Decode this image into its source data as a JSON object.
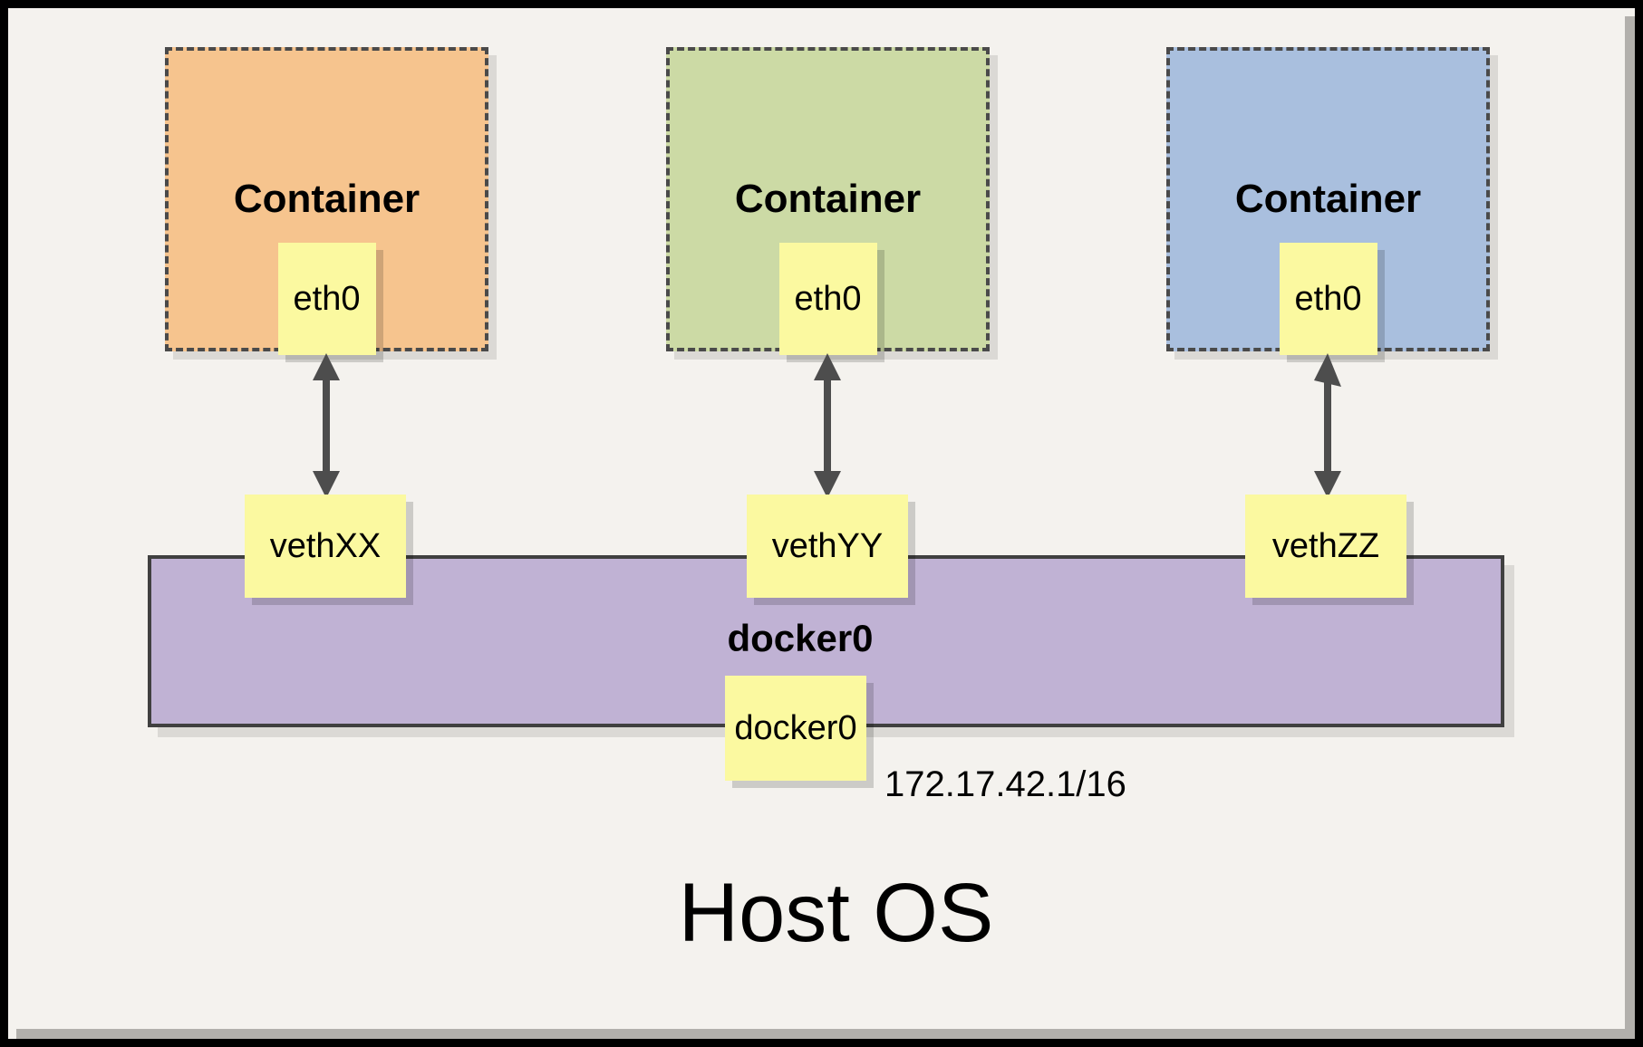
{
  "palette": {
    "background": "#F4F2EE",
    "frame": "#000000",
    "line_dark": "#4D4D4D",
    "interface_yellow": "#FBF9A0",
    "bridge_purple": "#C0B2D4"
  },
  "host": {
    "label": "Host OS"
  },
  "bridge": {
    "label": "docker0",
    "interface_label": "docker0",
    "ip": "172.17.42.1/16"
  },
  "containers": [
    {
      "title": "Container",
      "interface": "eth0",
      "veth": "vethXX",
      "fill": "#F6C48E"
    },
    {
      "title": "Container",
      "interface": "eth0",
      "veth": "vethYY",
      "fill": "#CCDAA5"
    },
    {
      "title": "Container",
      "interface": "eth0",
      "veth": "vethZZ",
      "fill": "#A9BFDE"
    }
  ]
}
